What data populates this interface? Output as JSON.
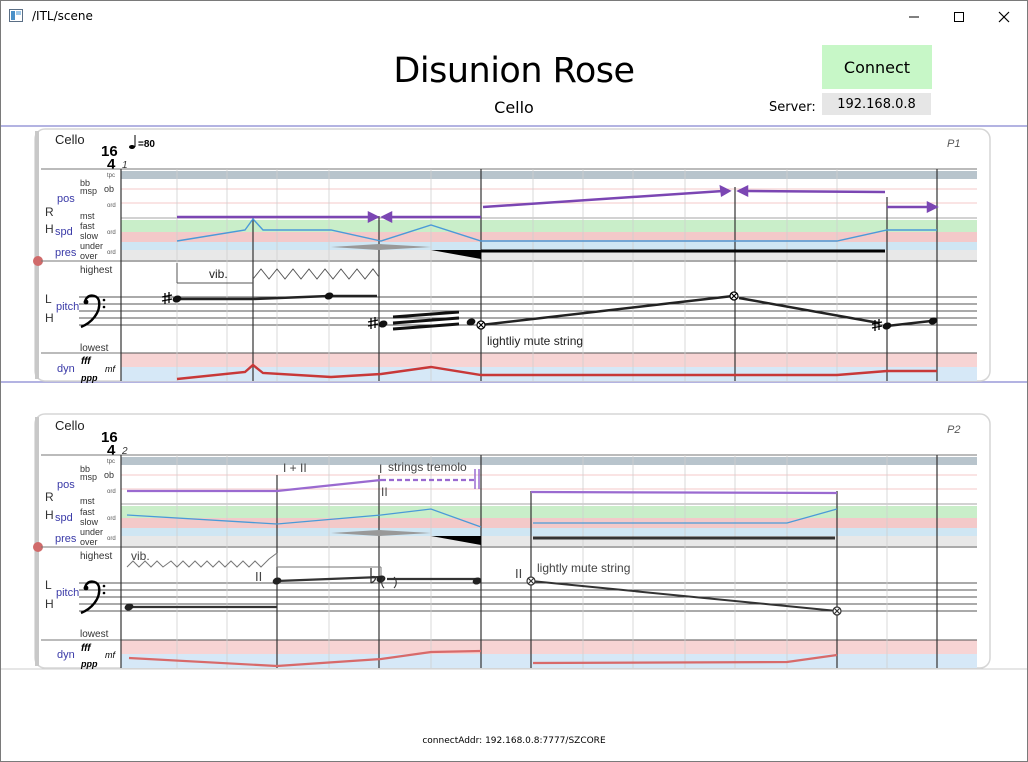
{
  "window": {
    "title": "/ITL/scene"
  },
  "header": {
    "title": "Disunion Rose",
    "instrument": "Cello",
    "connect_label": "Connect",
    "server_label": "Server:",
    "server_value": "192.168.0.8"
  },
  "footer": {
    "connect_addr": "connectAddr:  192.168.0.8:7777/SZCORE"
  },
  "pages": [
    {
      "instrument": "Cello",
      "time_top": "16",
      "time_bottom": "4",
      "bar_number": "1",
      "tempo": "=80",
      "page_label": "P1",
      "rows": {
        "r": "R",
        "h": "H",
        "l": "L",
        "h2": "H"
      },
      "lanes": {
        "pos": "pos",
        "spd": "spd",
        "pres": "pres",
        "pitch": "pitch",
        "dyn": "dyn"
      },
      "levels": {
        "tpc": "tpc",
        "bb": "bb",
        "msp": "msp",
        "ob": "ob",
        "ord": "ord",
        "mst": "mst",
        "fast": "fast",
        "slow": "slow",
        "under": "under",
        "over": "over",
        "highest": "highest",
        "lowest": "lowest",
        "fff": "fff",
        "ppp": "ppp",
        "mf": "mf"
      },
      "annotations": {
        "vib": "vib.",
        "mute": "lightliy mute string"
      }
    },
    {
      "instrument": "Cello",
      "time_top": "16",
      "time_bottom": "4",
      "bar_number": "2",
      "page_label": "P2",
      "rows": {
        "r": "R",
        "h": "H",
        "l": "L",
        "h2": "H"
      },
      "lanes": {
        "pos": "pos",
        "spd": "spd",
        "pres": "pres",
        "pitch": "pitch",
        "dyn": "dyn"
      },
      "levels": {
        "tpc": "tpc",
        "bb": "bb",
        "msp": "msp",
        "ob": "ob",
        "ord": "ord",
        "mst": "mst",
        "fast": "fast",
        "slow": "slow",
        "under": "under",
        "over": "over",
        "highest": "highest",
        "lowest": "lowest",
        "fff": "fff",
        "ppp": "ppp",
        "mf": "mf"
      },
      "annotations": {
        "vib": "vib.",
        "strings_i_ii": "I + II",
        "string_i": "I",
        "string_ii": "II",
        "tremolo": "strings tremolo",
        "string_ii_a": "II",
        "string_ii_b": "II",
        "mute": "lightly mute string"
      }
    }
  ]
}
